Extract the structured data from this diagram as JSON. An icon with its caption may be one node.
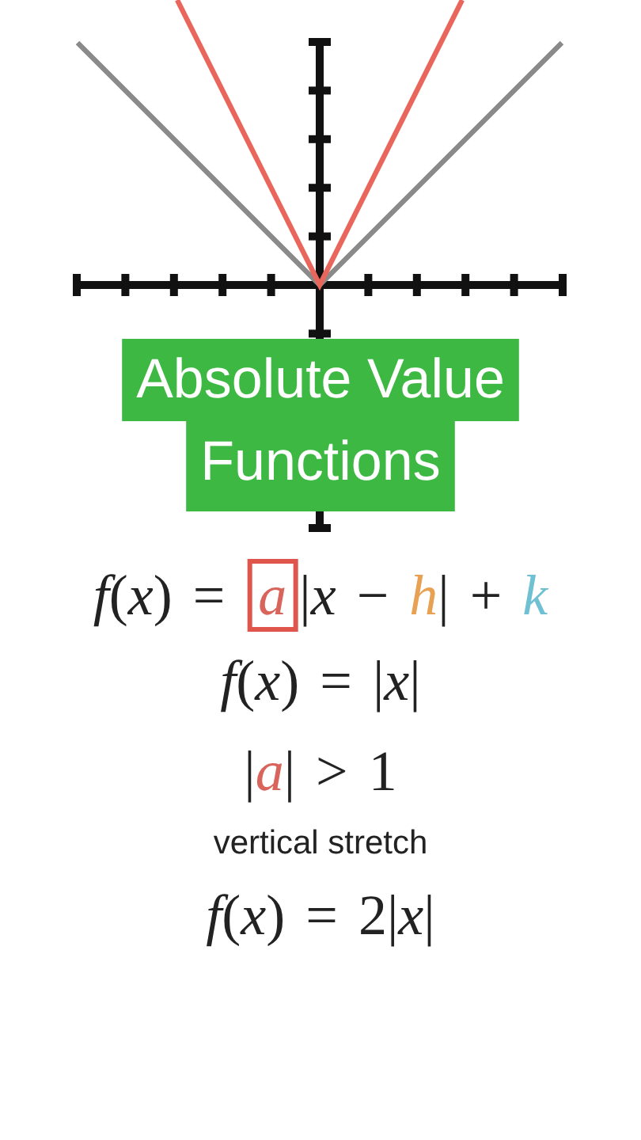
{
  "diagram": {
    "title": "Absolute Value Functions",
    "labels": [
      "*f*(*x*) = *a*|*x* − *h*| + *k*",
      "*f*(*x*) = |*x*|",
      "|*a*| > 1",
      "vertical stretch",
      "*f*(*x*) = 2|*x*|"
    ]
  }
}
